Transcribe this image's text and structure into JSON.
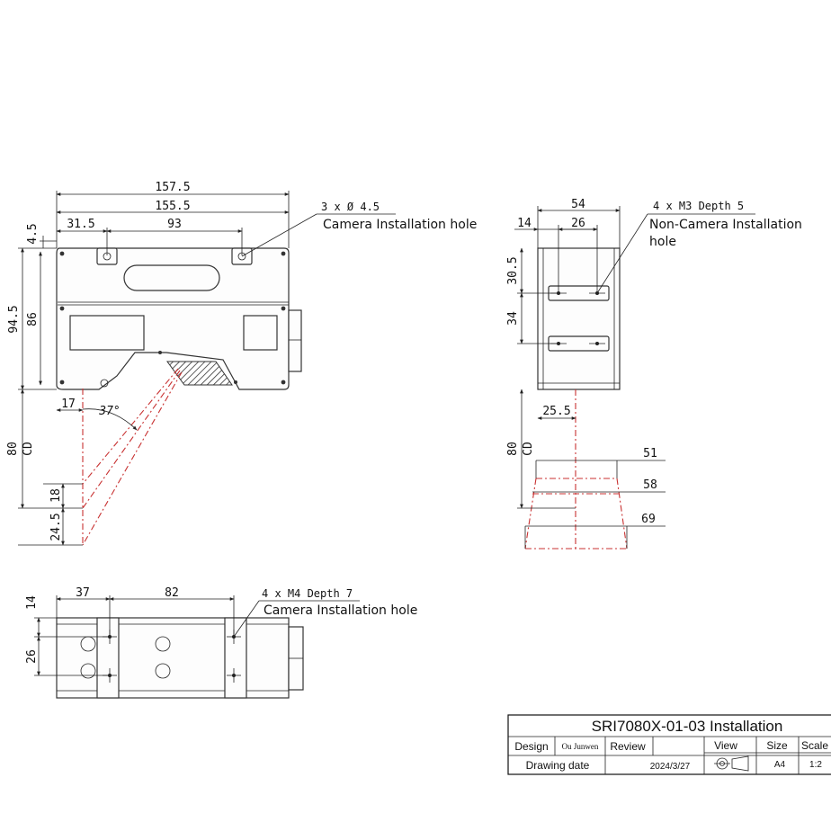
{
  "front_view": {
    "dims": {
      "overall_width": "157.5",
      "body_width": "155.5",
      "hole_offset": "31.5",
      "hole_spacing": "93",
      "top_margin": "4.5",
      "overall_height": "94.5",
      "body_height": "86",
      "laser_offset": "17",
      "angle": "37°",
      "cd": "80",
      "cd_label": "CD",
      "range_upper": "18",
      "range_lower": "24.5"
    },
    "note": {
      "spec": "3 x Ø 4.5",
      "label": "Camera Installation hole"
    }
  },
  "side_view": {
    "dims": {
      "width": "54",
      "left_offset": "14",
      "hole_spacing": "26",
      "upper": "30.5",
      "lower": "34",
      "center_offset": "25.5",
      "cd": "80",
      "cd_label": "CD",
      "fov_near": "51",
      "fov_mid": "58",
      "fov_far": "69"
    },
    "note": {
      "spec": "4 x M3 Depth 5",
      "label_line1": "Non-Camera Installation",
      "label_line2": "hole"
    }
  },
  "bottom_view": {
    "dims": {
      "offset_x": "37",
      "spacing_x": "82",
      "offset_y": "14",
      "spacing_y": "26"
    },
    "note": {
      "spec": "4 x M4 Depth 7",
      "label": "Camera Installation hole"
    }
  },
  "title_block": {
    "title": "SRI7080X-01-03 Installation",
    "design_label": "Design",
    "designer": "Ou Junwen",
    "review_label": "Review",
    "view_label": "View",
    "size_label": "Size",
    "scale_label": "Scale",
    "drawing_date_label": "Drawing date",
    "date": "2024/3/27",
    "size": "A4",
    "scale": "1:2",
    "view_icon": "projection-symbol-icon"
  },
  "colors": {
    "line": "#222222",
    "laser": "#c83232"
  }
}
